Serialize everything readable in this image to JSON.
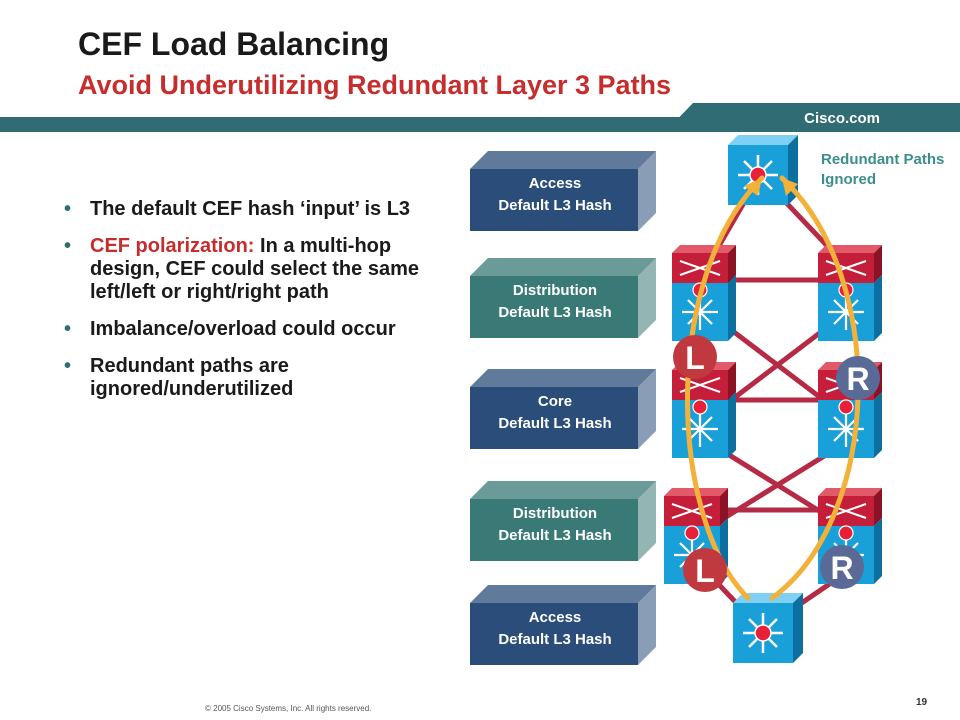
{
  "slide": {
    "title": "CEF Load Balancing",
    "subtitle": "Avoid Underutilizing Redundant Layer 3 Paths",
    "brand": "Cisco.com",
    "footer": "© 2005 Cisco Systems, Inc. All rights reserved.",
    "page": "19"
  },
  "bullets": [
    {
      "text": "The default CEF hash ‘input’ is L3"
    },
    {
      "highlight": "CEF polarization:",
      "text": " In a multi-hop design, CEF could select the same left/left or right/right path"
    },
    {
      "text": "Imbalance/overload could occur"
    },
    {
      "text": "Redundant paths are ignored/underutilized"
    }
  ],
  "layers": [
    {
      "name": "Access",
      "hash": "Default L3 Hash",
      "color": "#2a4d7a"
    },
    {
      "name": "Distribution",
      "hash": "Default L3 Hash",
      "color": "#3a7a76"
    },
    {
      "name": "Core",
      "hash": "Default L3 Hash",
      "color": "#2a4d7a"
    },
    {
      "name": "Distribution",
      "hash": "Default L3 Hash",
      "color": "#3a7a76"
    },
    {
      "name": "Access",
      "hash": "Default L3 Hash",
      "color": "#2a4d7a"
    }
  ],
  "diagram": {
    "redundant_label": "Redundant Paths Ignored",
    "badge_left": "L",
    "badge_right": "R",
    "colors": {
      "switch_blue": "#1aa0d8",
      "router_red": "#c41e3a",
      "link": "#b52a45",
      "path": "#f3b13a",
      "badge_l": "#c0393f",
      "badge_r": "#5a6a96"
    }
  }
}
